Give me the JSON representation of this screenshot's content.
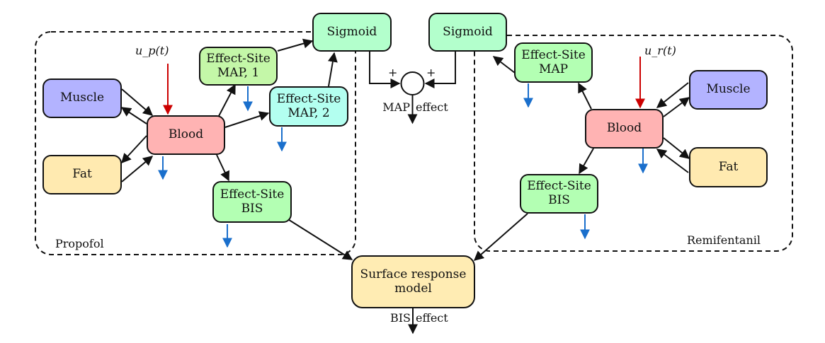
{
  "colors": {
    "muscle": "#b3b3ff",
    "fat": "#ffeab0",
    "blood": "#ffb3b3",
    "effect_site": "#b3ffb3",
    "effect_site_map1": "#c4f7a8",
    "effect_site_map2": "#b3fff0",
    "sigmoid": "#b3ffcc",
    "surface": "#ffecb3",
    "input_arrow": "#cc0000",
    "elimination_arrow": "#1a6fcc"
  },
  "propofol": {
    "group_label": "Propofol",
    "input_label": "u_p(t)",
    "muscle": "Muscle",
    "fat": "Fat",
    "blood": "Blood",
    "es_map1_line1": "Effect-Site",
    "es_map1_line2": "MAP, 1",
    "es_map2_line1": "Effect-Site",
    "es_map2_line2": "MAP, 2",
    "es_bis_line1": "Effect-Site",
    "es_bis_line2": "BIS",
    "sigmoid": "Sigmoid"
  },
  "remifentanil": {
    "group_label": "Remifentanil",
    "input_label": "u_r(t)",
    "muscle": "Muscle",
    "fat": "Fat",
    "blood": "Blood",
    "es_map_line1": "Effect-Site",
    "es_map_line2": "MAP",
    "es_bis_line1": "Effect-Site",
    "es_bis_line2": "BIS",
    "sigmoid": "Sigmoid"
  },
  "summing": {
    "plus_left": "+",
    "plus_right": "+",
    "output_left": "MAP",
    "output_right": "effect"
  },
  "surface": {
    "line1": "Surface response",
    "line2": "model",
    "output_left": "BIS",
    "output_right": "effect"
  }
}
